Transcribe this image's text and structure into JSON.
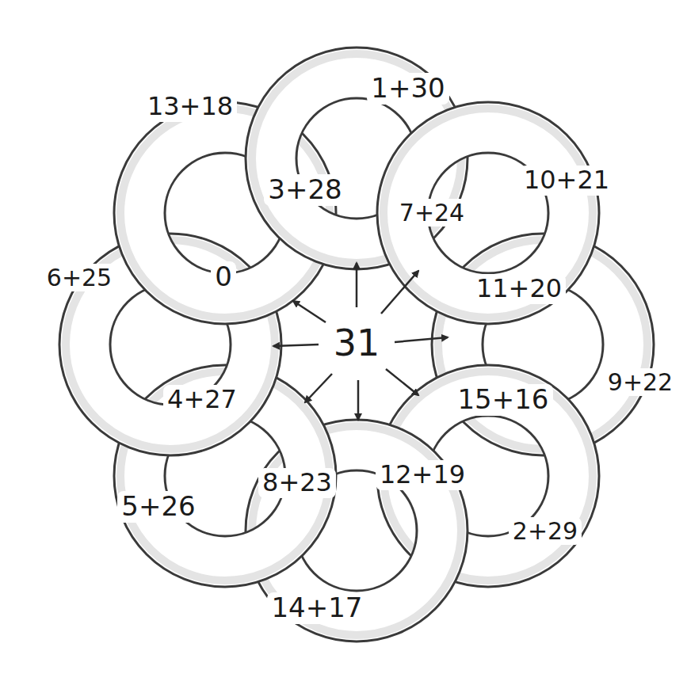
{
  "diagram": {
    "nodes": [
      {
        "text": [
          "13+18"
        ]
      },
      {
        "text": [
          "1+30"
        ]
      },
      {
        "text": [
          "10+21"
        ]
      },
      {
        "text": [
          "3+28"
        ]
      },
      {
        "text": [
          "7+24"
        ]
      },
      {
        "text": [
          "6+25"
        ]
      },
      {
        "text": [
          "0"
        ]
      },
      {
        "text": [
          "11+20"
        ]
      },
      {
        "text": [
          "31"
        ]
      },
      {
        "text": [
          "9+22"
        ]
      },
      {
        "text": [
          "4+27"
        ]
      },
      {
        "text": [
          "15+16"
        ]
      },
      {
        "text": [
          "8+23"
        ]
      },
      {
        "text": [
          "12+19"
        ]
      },
      {
        "text": [
          "5+26"
        ]
      },
      {
        "text": [
          "2+29"
        ]
      },
      {
        "text": [
          "14+17"
        ]
      }
    ]
  }
}
